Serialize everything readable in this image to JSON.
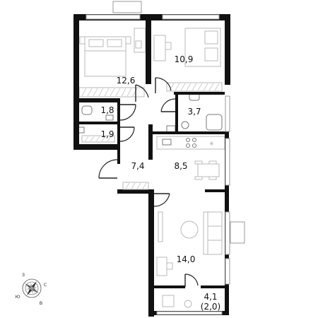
{
  "rooms": [
    {
      "id": "bedroom-1",
      "area": "12,6"
    },
    {
      "id": "bedroom-2",
      "area": "10,9"
    },
    {
      "id": "wc",
      "area": "1,8"
    },
    {
      "id": "storage",
      "area": "1,9"
    },
    {
      "id": "bathroom",
      "area": "3,7"
    },
    {
      "id": "hall",
      "area": "7,4"
    },
    {
      "id": "kitchen",
      "area": "8,5"
    },
    {
      "id": "living-room",
      "area": "14,0"
    },
    {
      "id": "balcony",
      "area": "4,1",
      "reduced_area": "(2,0)"
    }
  ],
  "compass": {
    "n": "С",
    "s": "Ю",
    "w": "З",
    "e": "В"
  }
}
